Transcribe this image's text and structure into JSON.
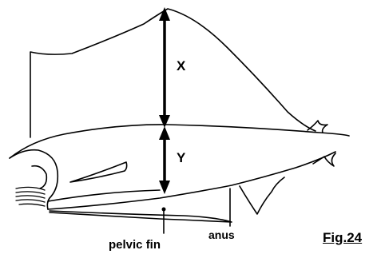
{
  "figure": {
    "labels": {
      "x": "X",
      "y": "Y",
      "pelvic_fin": "pelvic fin",
      "anus": "anus",
      "figure_number": "Fig.24"
    },
    "stroke_color": "#000000",
    "background_color": "#ffffff"
  }
}
